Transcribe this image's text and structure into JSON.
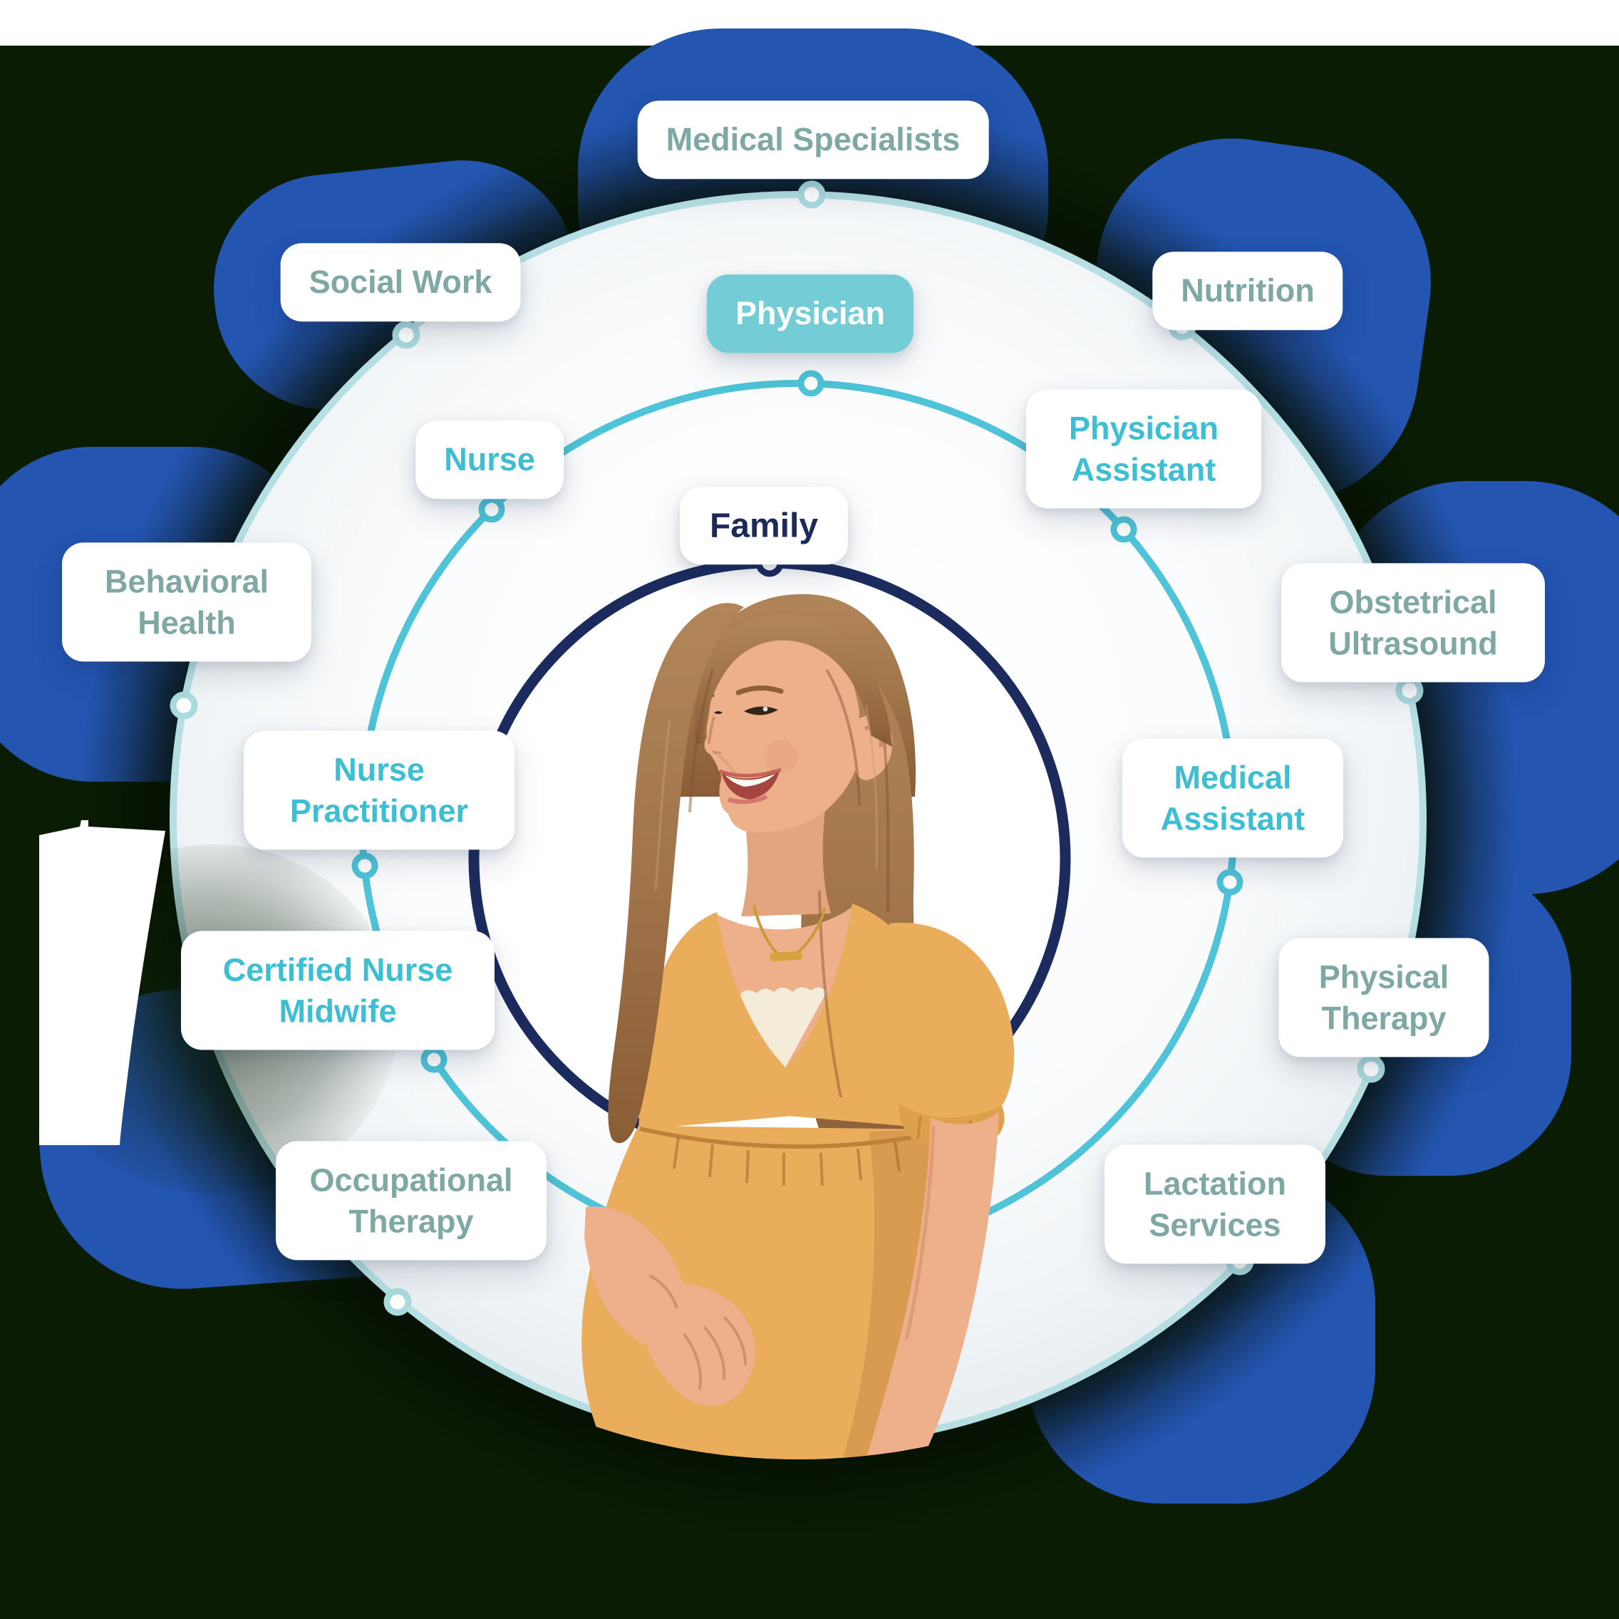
{
  "diagram": {
    "center_pill": {
      "text": "Family"
    },
    "inner_ring_pills": {
      "physician": {
        "text": "Physician"
      },
      "nurse": {
        "text": "Nurse"
      },
      "physician_assistant": {
        "text": "Physician Assistant"
      },
      "nurse_practitioner": {
        "text": "Nurse Practitioner"
      },
      "certified_nurse_midwife": {
        "text": "Certified Nurse Midwife"
      },
      "medical_assistant": {
        "text": "Medical Assistant"
      }
    },
    "outer_ring_pills": {
      "medical_specialists": {
        "text": "Medical Specialists"
      },
      "social_work": {
        "text": "Social Work"
      },
      "nutrition": {
        "text": "Nutrition"
      },
      "behavioral_health": {
        "text": "Behavioral Health"
      },
      "obstetrical_ultrasound": {
        "text": "Obstetrical Ultrasound"
      },
      "physical_therapy": {
        "text": "Physical Therapy"
      },
      "lactation_services": {
        "text": "Lactation Services"
      },
      "occupational_therapy": {
        "text": "Occupational Therapy"
      }
    },
    "colors": {
      "background_green": "#0a1c04",
      "top_band": "#ffffff",
      "blob_blue": "#2355b1",
      "disc_fill": "#f7fafb",
      "outer_ring": "#b5dfe2",
      "inner_ring": "#4fc3d8",
      "family_ring": "#1b2b5e",
      "outer_label_text": "#7fa7a3",
      "inner_label_text": "#3ebed3",
      "physician_pill_bg": "#74ccd6",
      "physician_pill_text": "#ffffff",
      "family_label_text": "#1c2a59"
    }
  }
}
